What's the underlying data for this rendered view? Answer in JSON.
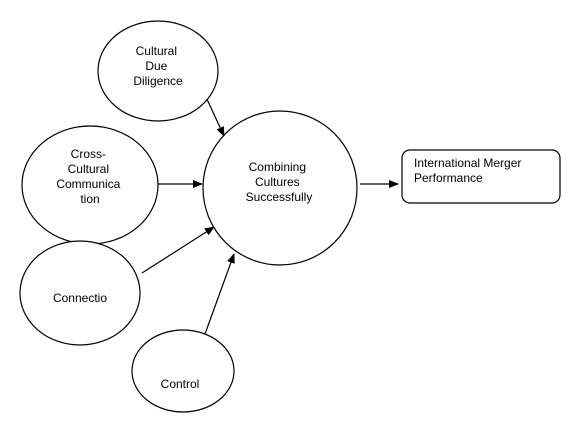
{
  "diagram": {
    "nodes": {
      "cultural_due_diligence": {
        "lines": [
          "Cultural",
          "Due",
          "Diligence"
        ]
      },
      "cross_cultural_communication": {
        "lines": [
          "Cross-",
          "Cultural",
          "Communica",
          "tion"
        ]
      },
      "connection": {
        "lines": [
          "Connectio"
        ]
      },
      "control": {
        "lines": [
          "Control"
        ]
      },
      "combining_cultures": {
        "lines": [
          "Combining",
          "Cultures",
          "Successfully"
        ]
      },
      "international_merger_performance": {
        "lines": [
          "International Merger",
          "Performance"
        ]
      }
    },
    "colors": {
      "stroke": "#000000",
      "fill": "#ffffff",
      "text": "#000000"
    }
  }
}
